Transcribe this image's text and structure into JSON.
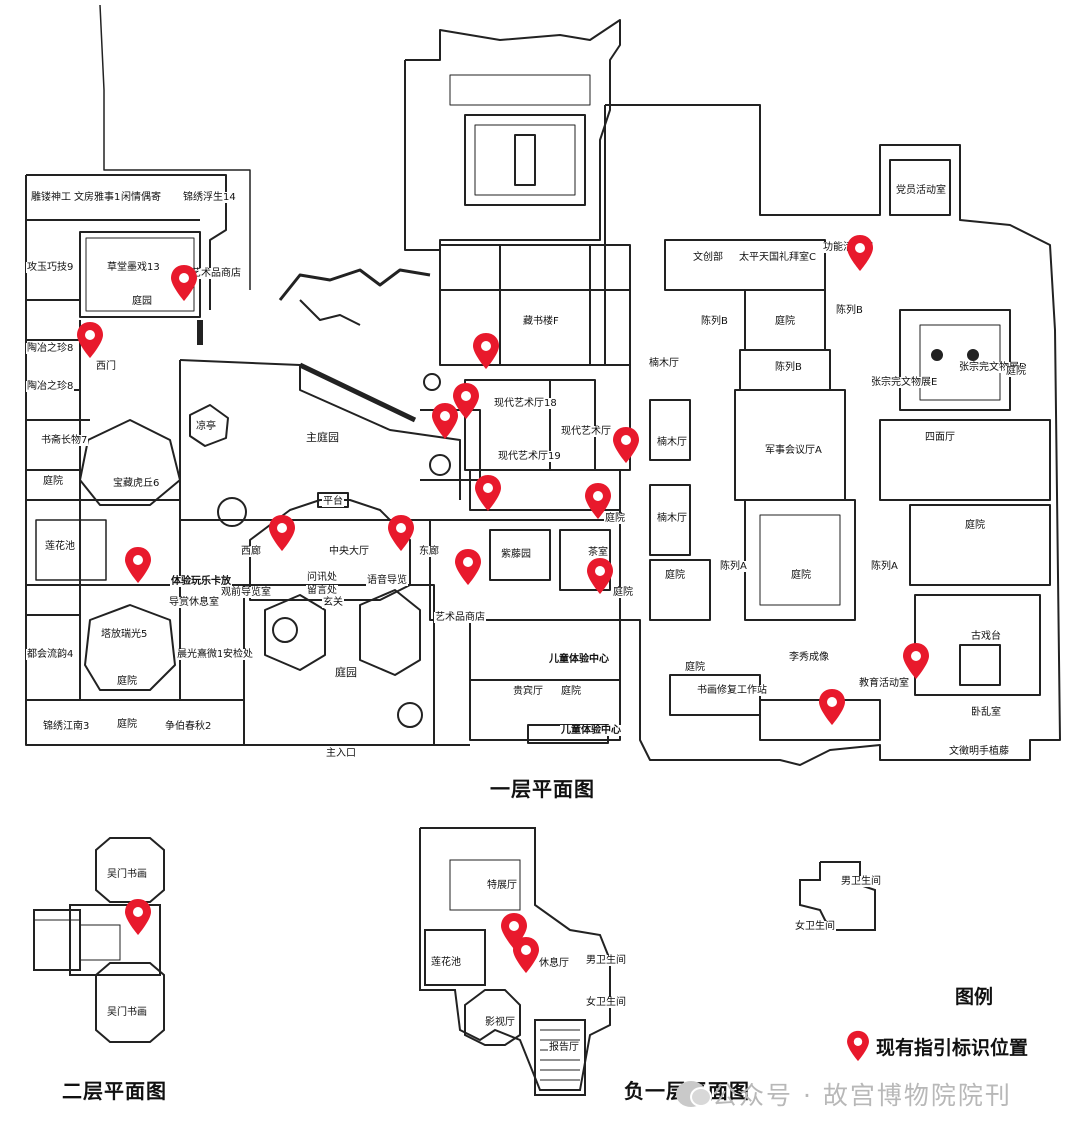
{
  "captions": {
    "floor1": "一层平面图",
    "floor2": "二层平面图",
    "floor_b1": "负一层平面图"
  },
  "legend": {
    "title": "图例",
    "marker_label": "现有指引标识位置",
    "marker_color": "#e8192c"
  },
  "watermark": {
    "text": "公众号 · 故宫博物院院刊"
  },
  "rooms": [
    "雕镂神工",
    "文房雅事11",
    "闲情偶寄",
    "锦绣浮生14",
    "草堂墨戏13",
    "艺术品商店",
    "庭园",
    "攻玉巧技9",
    "陶冶之珍8",
    "西门",
    "陶冶之珍8",
    "凉亭",
    "主庭园",
    "书斋长物7",
    "庭院",
    "宝藏虎丘6",
    "平台",
    "西廊",
    "中央大厅",
    "东廊",
    "莲花池",
    "体验玩乐卡放",
    "观前导览室",
    "导赏休息室",
    "问讯处",
    "留言处",
    "玄关",
    "语音导览",
    "塔放瑞光5",
    "都会流韵4",
    "晨光熹微1",
    "庭院",
    "安检处",
    "庭园",
    "锦绣江南3",
    "庭院",
    "争伯春秋2",
    "主入口",
    "紫藤园",
    "茶室",
    "艺术品商店",
    "儿童体验中心",
    "贵宾厅",
    "庭院",
    "儿童体验中心",
    "现代艺术厅18",
    "现代艺术厅",
    "现代艺术厅19",
    "藏书楼F",
    "庭院",
    "庭院",
    "文创部",
    "太平天国礼拜室C",
    "功能活动室",
    "党员活动室",
    "楠木厅",
    "陈列B",
    "庭院",
    "陈列B",
    "陈列B",
    "张宗完文物展D",
    "庭院",
    "张宗完文物展E",
    "楠木厅",
    "军事会议厅A",
    "四面厅",
    "楠木厅",
    "庭院",
    "庭院",
    "陈列A",
    "庭院",
    "陈列A",
    "庭院",
    "古戏台",
    "李秀成像",
    "书画修复工作站",
    "教育活动室",
    "卧乱室",
    "文徵明手植藤",
    "吴门书画",
    "吴门书画",
    "特展厅",
    "莲花池",
    "休息厅",
    "男卫生间",
    "女卫生间",
    "影视厅",
    "报告厅",
    "男卫生间",
    "女卫生间"
  ]
}
